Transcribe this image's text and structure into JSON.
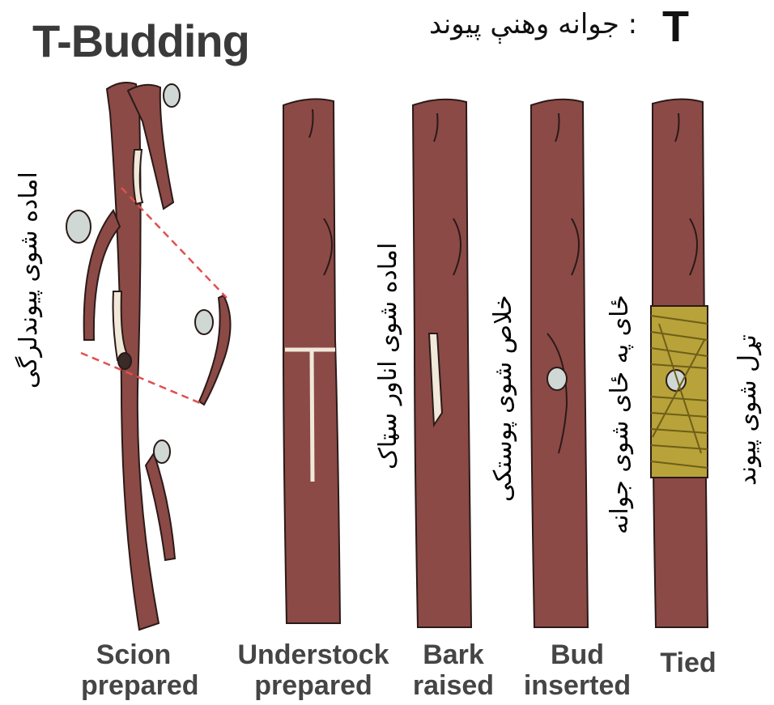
{
  "title": "T-Budding",
  "subtitle_letter": "T",
  "subtitle_text": ": جوانه وهنې پيوند",
  "colors": {
    "bark": "#8b4a46",
    "bark_outline": "#2a1a18",
    "twine": "#b8a23a",
    "cut": "#f0e8d8",
    "guide": "#e05050"
  },
  "steps": [
    {
      "caption": [
        "Scion",
        "prepared"
      ],
      "pashto": "اماده شوی پیوندلرگی"
    },
    {
      "caption": [
        "Understock",
        "prepared"
      ],
      "pashto": "اماده شوی اناور سټاک"
    },
    {
      "caption": [
        "Bark",
        "raised"
      ],
      "pashto": "خلاص شوی پوستکی"
    },
    {
      "caption": [
        "Bud",
        "inserted"
      ],
      "pashto": "ځای په ځای شوی جوانه"
    },
    {
      "caption": [
        "Tied"
      ],
      "pashto": "تړل شوی پیوند"
    }
  ]
}
